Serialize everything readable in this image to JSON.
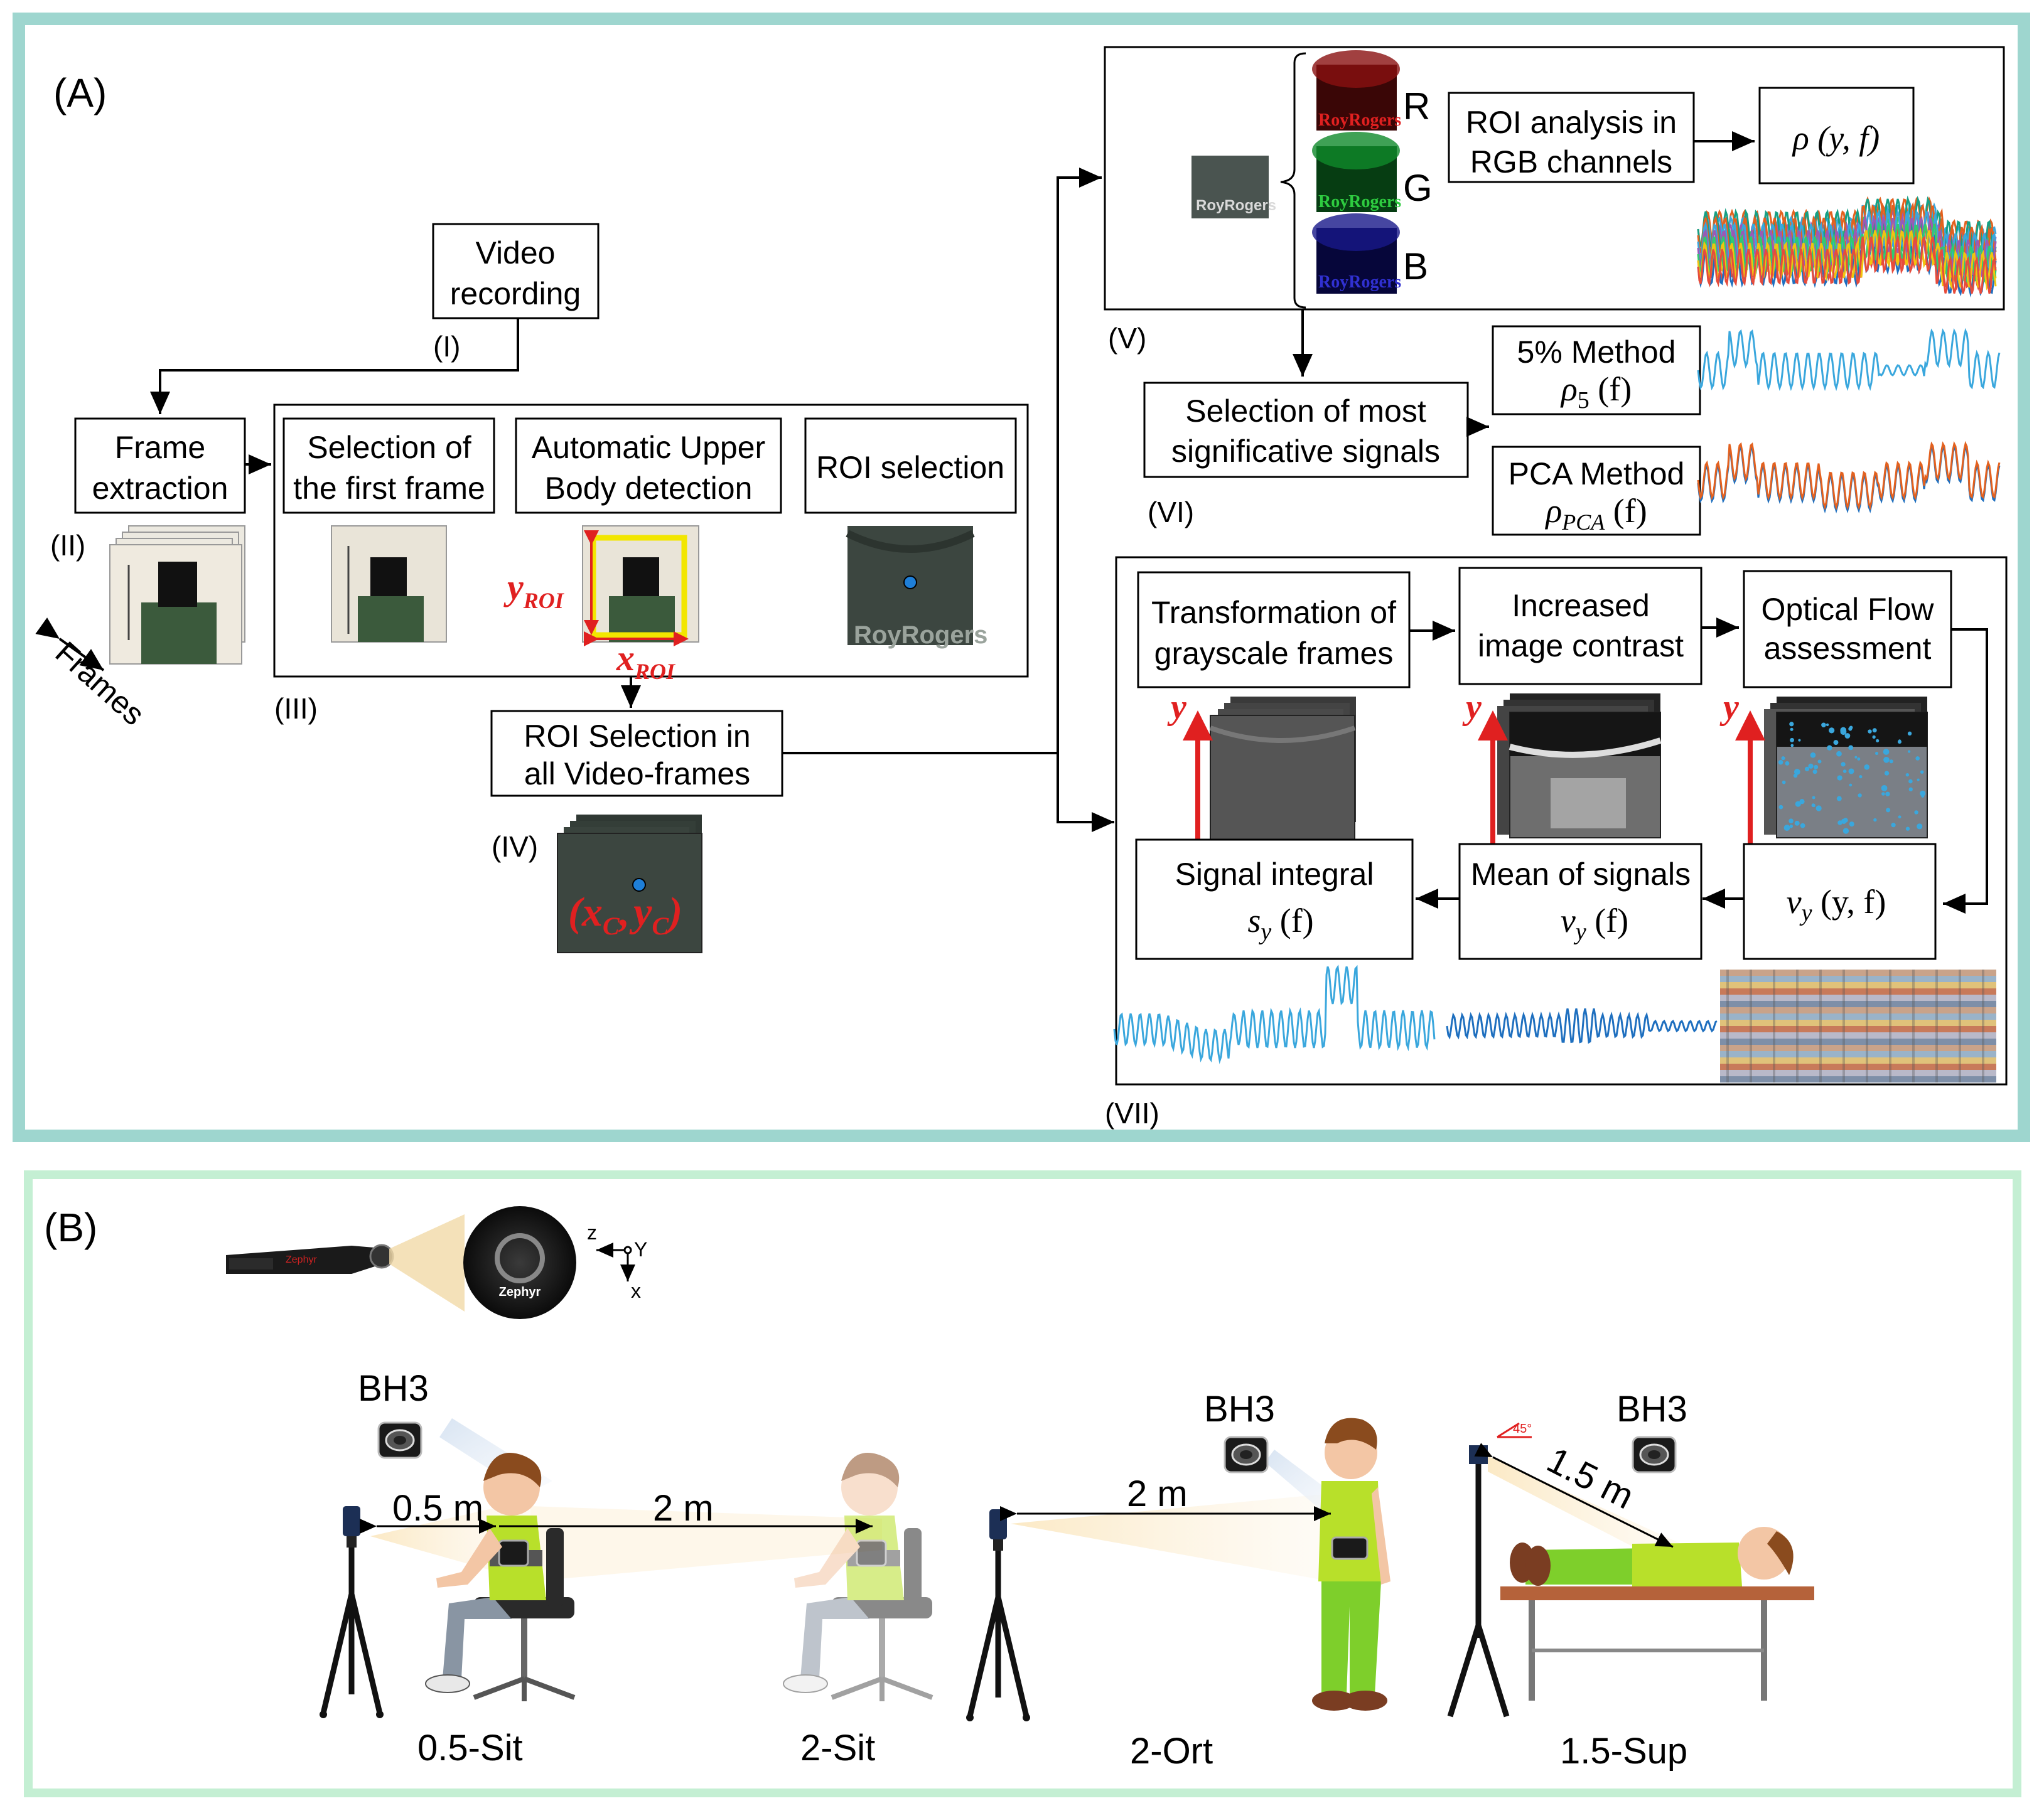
{
  "colors": {
    "panel_a_border": "#9ed6cf",
    "panel_b_border": "#c4efd3",
    "arrow": "#000000",
    "roi_red": "#e02020",
    "roi_yellow": "#f2e600",
    "signal_blue": "#3aa7dd",
    "signal_orange": "#e3611f",
    "signal_dark_blue": "#1e6fbf"
  },
  "panel_a": {
    "label": "(A)",
    "roman": {
      "i": "(I)",
      "ii": "(II)",
      "iii": "(III)",
      "iv": "(IV)",
      "v": "(V)",
      "vi": "(VI)",
      "vii": "(VII)"
    },
    "video_recording": [
      "Video",
      "recording"
    ],
    "frame_extraction": [
      "Frame",
      "extraction"
    ],
    "frames_label": "Frames",
    "selection_first_frame": [
      "Selection of",
      "the first frame"
    ],
    "auto_upper_body": [
      "Automatic Upper",
      "Body detection"
    ],
    "roi_selection": "ROI selection",
    "roi_all_frames": [
      "ROI Selection in",
      "all Video-frames"
    ],
    "y_roi": "y",
    "y_roi_sub": "ROI",
    "x_roi": "x",
    "x_roi_sub": "ROI",
    "center_coords": {
      "open": "(",
      "x": "x",
      "x_sub": "C",
      "sep": ",",
      "y": "y",
      "y_sub": "C",
      "close": ")"
    },
    "shirt_brand": "RoyRogers",
    "rgb": {
      "r": "R",
      "g": "G",
      "b": "B"
    },
    "roi_rgb": [
      "ROI analysis in",
      "RGB channels"
    ],
    "rho": "ρ (y, f)",
    "method_5": [
      "5% Method",
      "ρ",
      "5",
      " (f)"
    ],
    "method_pca": [
      "PCA Method",
      "ρ",
      "PCA",
      " (f)"
    ],
    "selection_signals": [
      "Selection of most",
      "significative signals"
    ],
    "grayscale": [
      "Transformation of",
      "grayscale frames"
    ],
    "contrast": [
      "Increased",
      "image contrast"
    ],
    "optical_flow": [
      "Optical Flow",
      "assessment"
    ],
    "y_label": "y",
    "vy_yf": [
      "v",
      "y",
      " (y, f)"
    ],
    "mean_signals": [
      "Mean of signals",
      "v",
      "y",
      " (f)"
    ],
    "signal_integral": [
      "Signal integral",
      "s",
      "y",
      " (f)"
    ]
  },
  "panel_b": {
    "label": "(B)",
    "axes": {
      "z": "z",
      "y": "Y",
      "x": "x"
    },
    "zephyr": "Zephyr",
    "bh3": "BH3",
    "distances": [
      "0.5 m",
      "2 m",
      "2 m",
      "1.5 m"
    ],
    "angle": "45°",
    "conditions": [
      "0.5-Sit",
      "2-Sit",
      "2-Ort",
      "1.5-Sup"
    ]
  }
}
